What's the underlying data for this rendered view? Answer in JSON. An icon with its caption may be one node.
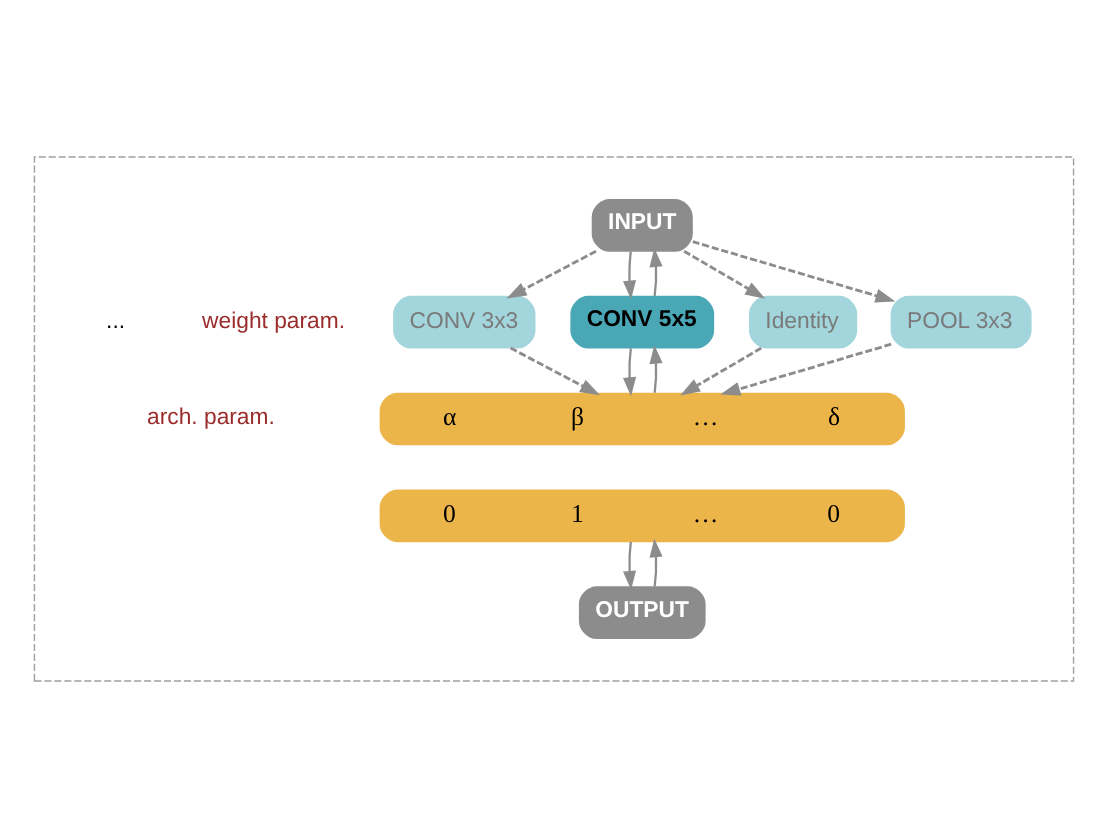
{
  "diagram": {
    "nodes": [
      {
        "text": [],
        "shape": "box"
      },
      {
        "text": [
          "INPUT"
        ],
        "in": 0
      },
      {
        "text": [
          "CONV 3x3"
        ],
        "in": 0
      },
      {
        "text": [
          "CONV 5x5"
        ],
        "in": 0
      },
      {
        "text": [
          "Identity"
        ],
        "in": 0
      },
      {
        "text": [
          "POOL 3x3"
        ],
        "in": 0
      },
      {
        "text": [
          "α",
          "β",
          "…",
          "δ"
        ],
        "in": 0
      },
      {
        "text": [
          "0",
          "1",
          "…",
          "0"
        ],
        "in": 0
      },
      {
        "text": [
          "OUTPUT"
        ],
        "in": 0
      }
    ],
    "edges": [
      {
        "from": 1,
        "to": 2,
        "arrow": "to",
        "style": "dashed"
      },
      {
        "from": 1,
        "to": 3,
        "arrow": "to"
      },
      {
        "from": 3,
        "to": 1,
        "arrow": "to"
      },
      {
        "from": 1,
        "to": 4,
        "arrow": "to",
        "style": "dashed"
      },
      {
        "from": 1,
        "to": 5,
        "arrow": "to",
        "style": "dashed"
      },
      {
        "from": 2,
        "to": 6,
        "arrow": "to",
        "style": "dashed"
      },
      {
        "from": 3,
        "to": 6,
        "arrow": "to"
      },
      {
        "from": 6,
        "to": 3,
        "arrow": "to"
      },
      {
        "from": 4,
        "to": 6,
        "arrow": "to",
        "style": "dashed"
      },
      {
        "from": 5,
        "to": 6,
        "arrow": "to",
        "style": "dashed"
      },
      {
        "from": 7,
        "to": 8,
        "arrow": "to"
      },
      {
        "from": 8,
        "to": 7,
        "arrow": "to"
      }
    ],
    "labels": [
      "weight param.",
      "...",
      "arch. param."
    ]
  }
}
